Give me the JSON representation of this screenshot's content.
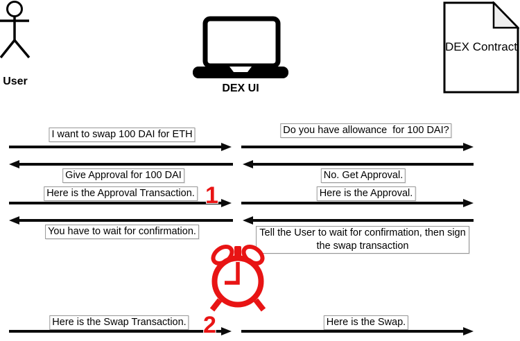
{
  "actors": {
    "user": {
      "label": "User",
      "icon": "person-icon"
    },
    "dex_ui": {
      "label": "DEX UI",
      "icon": "laptop-icon"
    },
    "dex_contract": {
      "label": "DEX Contract",
      "icon": "document-icon"
    }
  },
  "messages_user_dexui": [
    {
      "text": "I want to swap 100 DAI for ETH",
      "direction": "right"
    },
    {
      "text": "Give Approval for 100 DAI",
      "direction": "left"
    },
    {
      "text": "Here is the Approval Transaction.",
      "direction": "right",
      "step": "1"
    },
    {
      "text": "You have to wait for confirmation.",
      "direction": "left"
    },
    {
      "text": "Here is the Swap Transaction.",
      "direction": "right",
      "step": "2"
    }
  ],
  "messages_dexui_contract": [
    {
      "text": "Do you have allowance  for 100 DAI?",
      "direction": "right"
    },
    {
      "text": "No. Get Approval.",
      "direction": "left"
    },
    {
      "text": "Here is the Approval.",
      "direction": "right"
    },
    {
      "text": "Tell the User to wait for confirmation, then sign\nthe swap transaction",
      "direction": "left"
    },
    {
      "text": "Here is the Swap.",
      "direction": "right"
    }
  ],
  "step_markers": [
    {
      "label": "1"
    },
    {
      "label": "2"
    }
  ],
  "waiting_icon": "alarm-clock-icon",
  "colors": {
    "highlight_red": "#e81414",
    "arrow_black": "#0b0b0b",
    "label_border": "#979797",
    "background": "#ffffff",
    "document_fold": "#efefef"
  }
}
